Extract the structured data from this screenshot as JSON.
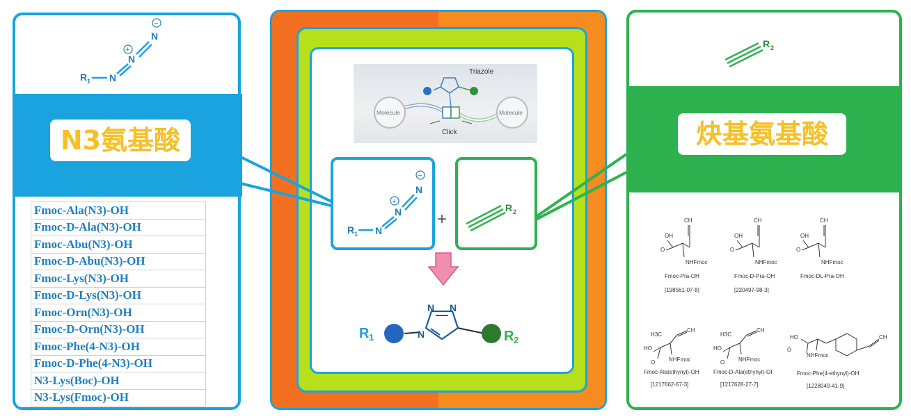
{
  "colors": {
    "blue": "#1ba3df",
    "green": "#2eb24f",
    "orange": "#f37021",
    "lime": "#b6e01c",
    "yellow": "#f6c026",
    "pink": "#f08eae"
  },
  "left": {
    "title": "N3氨基酸",
    "azide": {
      "r": "R",
      "r_sub": "1",
      "n": "N",
      "plus": "+",
      "minus": "−"
    },
    "items": [
      "Fmoc-Ala(N3)-OH",
      "Fmoc-D-Ala(N3)-OH",
      "Fmoc-Abu(N3)-OH",
      "Fmoc-D-Abu(N3)-OH",
      "Fmoc-Lys(N3)-OH",
      "Fmoc-D-Lys(N3)-OH",
      "Fmoc-Orn(N3)-OH",
      "Fmoc-D-Orn(N3)-OH",
      "Fmoc-Phe(4-N3)-OH",
      "Fmoc-D-Phe(4-N3)-OH",
      "N3-Lys(Boc)-OH",
      "N3-Lys(Fmoc)-OH"
    ]
  },
  "right": {
    "title": "炔基氨基酸",
    "alkyne": {
      "r": "R",
      "r_sub": "2"
    },
    "compounds": [
      {
        "name": "Fmoc-Pra-OH",
        "cas": "[198561-07-8]",
        "oh": "OH",
        "o": "O",
        "nh": "NHFmoc",
        "ch": "CH"
      },
      {
        "name": "Fmoc-D-Pra-OH",
        "cas": "[220497-98-3]",
        "oh": "OH",
        "o": "O",
        "nh": "NHFmoc",
        "ch": "CH"
      },
      {
        "name": "Fmoc-DL-Pra-OH",
        "cas": "",
        "oh": "OH",
        "o": "O",
        "nh": "NHFmoc",
        "ch": "CH"
      },
      {
        "name": "Fmoc-Ala(ethynyl)-OH",
        "cas": "[1217662-67-3]",
        "oh": "HO",
        "o": "O",
        "nh": "NHFmoc",
        "ch": "CH",
        "me": "H3C"
      },
      {
        "name": "Fmoc-D-Ala(ethynyl)-OI",
        "cas": "[1217628-27-7]",
        "oh": "HO",
        "o": "O",
        "nh": "NHFmoc",
        "ch": "CH",
        "me": "H3C"
      },
      {
        "name": "Fmoc-Phe(4-ethynyl)-OH",
        "cas": "[1228049-41-9]",
        "oh": "HO",
        "o": "O",
        "nh": "NHFmoc",
        "ch": "CH"
      }
    ]
  },
  "center": {
    "triazole_label": "Triazole",
    "molecule_label": "Molecule",
    "click_label": "Click",
    "plus": "+",
    "product": {
      "r1": "R",
      "r1_sub": "1",
      "r2": "R",
      "r2_sub": "2",
      "n": "N"
    }
  }
}
